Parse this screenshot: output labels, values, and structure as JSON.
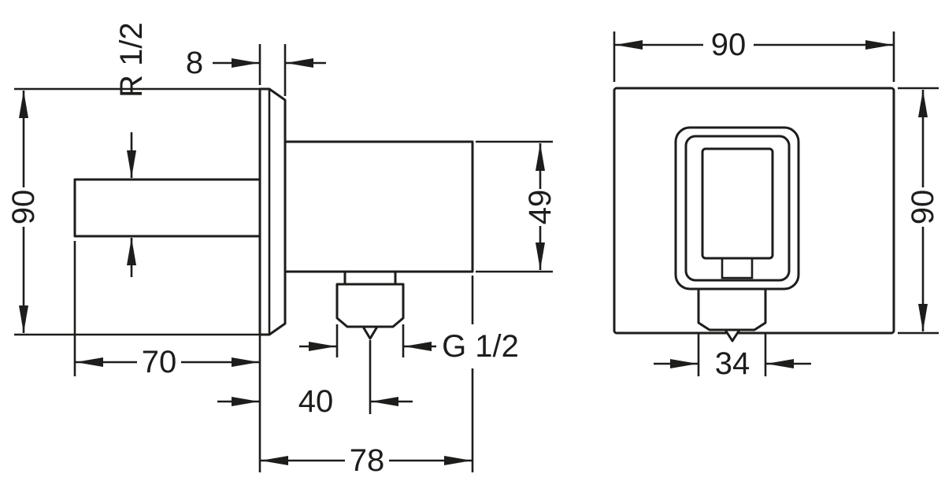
{
  "drawing": {
    "line_color": "#1d1d1b",
    "background_color": "#ffffff",
    "side_view": {
      "dims": {
        "plate_thickness": "8",
        "rear_thread": "R 1/2",
        "plate_height": "90",
        "pipe_length": "70",
        "outlet_offset": "40",
        "total_depth": "78",
        "body_height": "49",
        "outlet_thread": "G 1/2"
      }
    },
    "front_view": {
      "dims": {
        "width": "90",
        "height": "90",
        "outlet_width": "34"
      }
    }
  }
}
